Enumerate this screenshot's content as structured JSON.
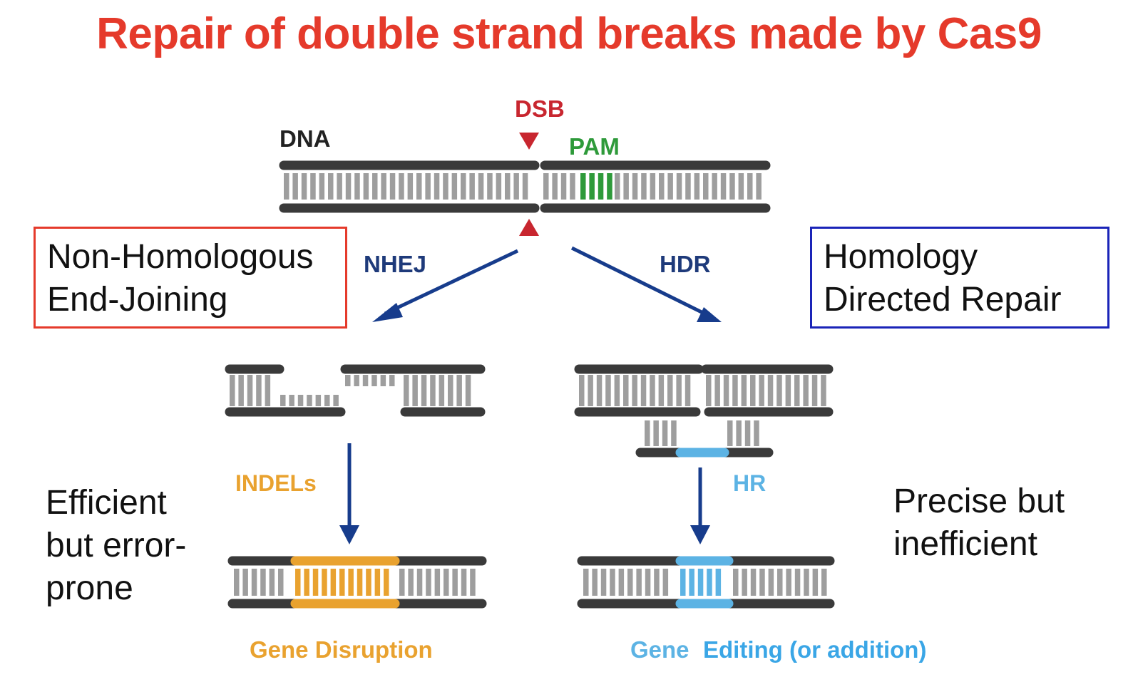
{
  "title": "Repair of double strand breaks made by Cas9",
  "colors": {
    "title": "#e53a2b",
    "strand": "#3a3a3a",
    "rung": "#9e9e9e",
    "dsb": "#c8262f",
    "pam": "#2e9a3a",
    "arrow": "#173c8c",
    "indel": "#e9a22f",
    "hr": "#5cb3e4",
    "nhej_box": "#e53a2b",
    "hdr_box": "#1a24b8",
    "label_navy": "#1e3a7a",
    "caption_blue": "#3aa6e6"
  },
  "labels": {
    "dsb": "DSB",
    "dna": "DNA",
    "pam": "PAM",
    "nhej": "NHEJ",
    "hdr": "HDR",
    "indels": "INDELs",
    "hr": "HR",
    "gene_disruption": "Gene Disruption",
    "gene": "Gene",
    "editing": "Editing (or addition)"
  },
  "boxes": {
    "nhej": {
      "line1": "Non-Homologous",
      "line2": "End-Joining"
    },
    "hdr": {
      "line1": "Homology",
      "line2": "Directed Repair"
    }
  },
  "notes": {
    "left": {
      "line1": "Efficient",
      "line2": "but error-",
      "line3": "prone"
    },
    "right": {
      "line1": "Precise but",
      "line2": "inefficient"
    }
  }
}
